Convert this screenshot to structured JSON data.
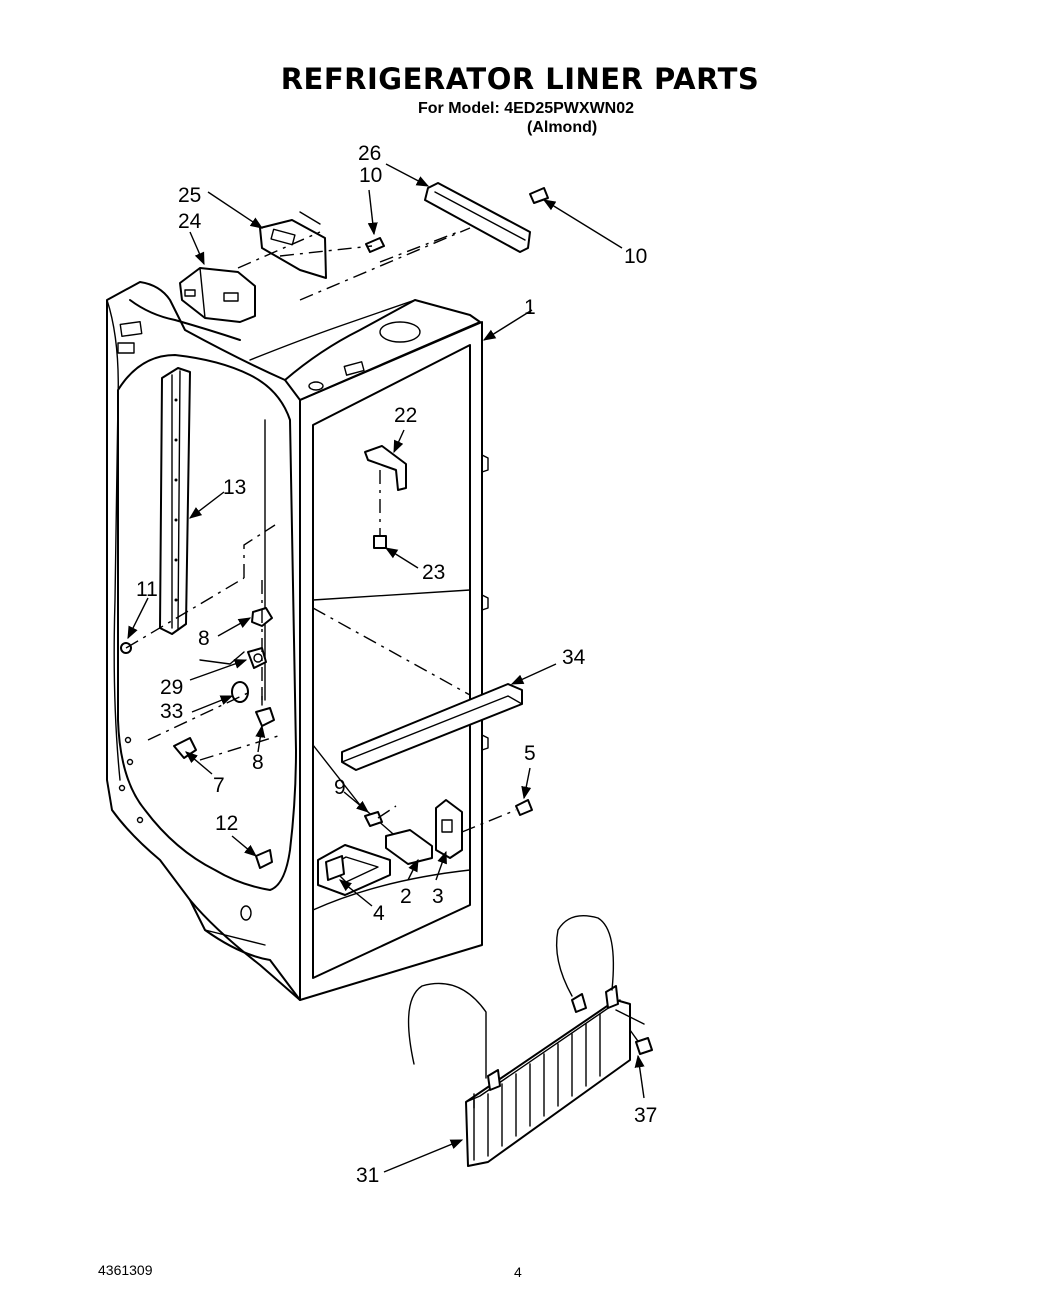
{
  "header": {
    "title": "REFRIGERATOR LINER PARTS",
    "model_line": "For Model: 4ED25PWXWN02",
    "color_line": "(Almond)"
  },
  "footer": {
    "document_number": "4361309",
    "page_number": "4"
  },
  "callouts": {
    "c1": "1",
    "c2": "2",
    "c3": "3",
    "c4": "4",
    "c5": "5",
    "c7": "7",
    "c8a": "8",
    "c8b": "8",
    "c9": "9",
    "c10a": "10",
    "c10b": "10",
    "c11": "11",
    "c12": "12",
    "c13": "13",
    "c22": "22",
    "c23": "23",
    "c24": "24",
    "c25": "25",
    "c26": "26",
    "c29": "29",
    "c31": "31",
    "c33": "33",
    "c34": "34",
    "c37": "37"
  }
}
